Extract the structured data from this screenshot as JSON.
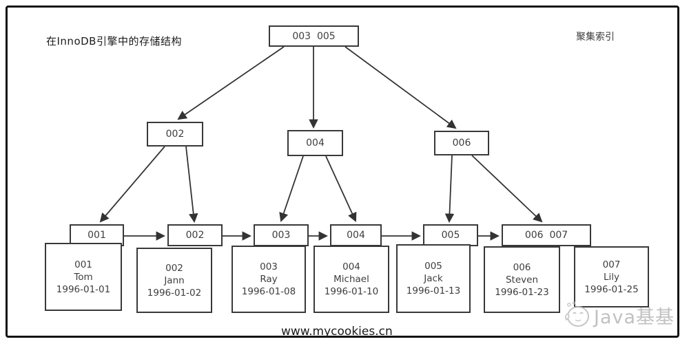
{
  "header": {
    "title": "在InnoDB引擎中的存储结构",
    "corner_label": "聚集索引"
  },
  "tree": {
    "root": {
      "label": "003  005"
    },
    "internal_nodes": [
      {
        "label": "002"
      },
      {
        "label": "004"
      },
      {
        "label": "006"
      }
    ],
    "leaf_nodes": [
      {
        "label": "001"
      },
      {
        "label": "002"
      },
      {
        "label": "003"
      },
      {
        "label": "004"
      },
      {
        "label": "005"
      },
      {
        "label": "006  007"
      }
    ],
    "records": [
      {
        "id": "001",
        "name": "Tom",
        "date": "1996-01-01"
      },
      {
        "id": "002",
        "name": "Jann",
        "date": "1996-01-02"
      },
      {
        "id": "003",
        "name": "Ray",
        "date": "1996-01-08"
      },
      {
        "id": "004",
        "name": "Michael",
        "date": "1996-01-10"
      },
      {
        "id": "005",
        "name": "Jack",
        "date": "1996-01-13"
      },
      {
        "id": "006",
        "name": "Steven",
        "date": "1996-01-23"
      },
      {
        "id": "007",
        "name": "Lily",
        "date": "1996-01-25"
      }
    ]
  },
  "footer": {
    "url": "www.mycookies.cn"
  },
  "watermark": {
    "label": "Java基基"
  },
  "colors": {
    "line": "#333333",
    "box_border": "#383838",
    "text": "#3d3d3d",
    "watermark": "#b7b7b7"
  }
}
